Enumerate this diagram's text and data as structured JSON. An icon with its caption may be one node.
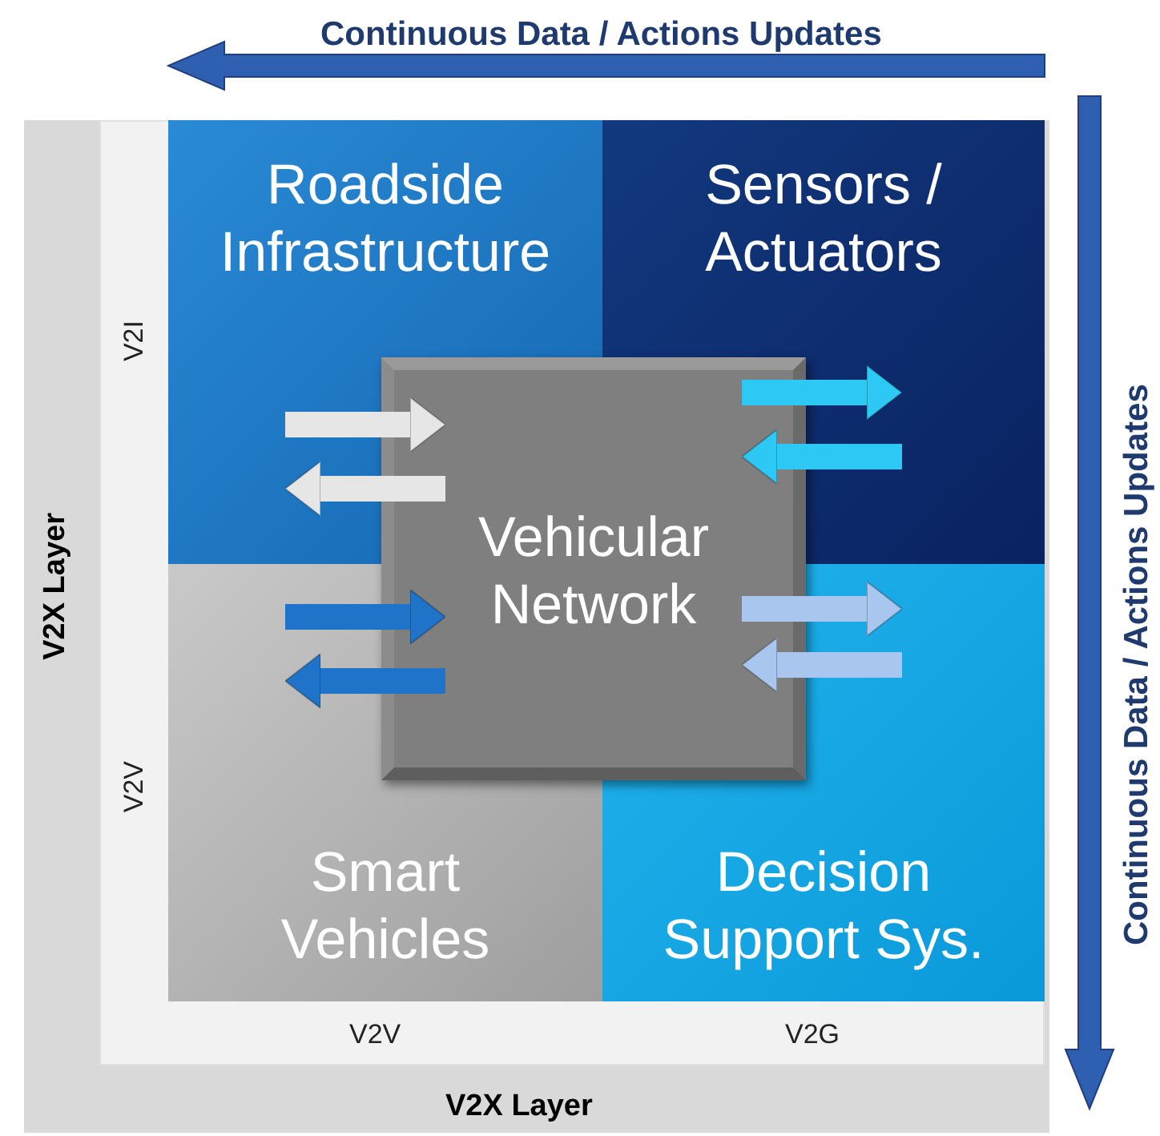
{
  "diagram": {
    "nodes": [
      {
        "text": [
          "Roadside Infrastructure"
        ]
      },
      {
        "text": [
          "Sensors / Actuators"
        ]
      },
      {
        "text": [
          "Vehicular Network"
        ]
      },
      {
        "text": [
          "Smart Vehicles"
        ]
      },
      {
        "text": [
          "Decision Support Sys."
        ]
      }
    ],
    "edges": [
      {
        "from": 0,
        "to": 2,
        "arrow": "to",
        "color": "#e6e6e6"
      },
      {
        "from": 2,
        "to": 0,
        "arrow": "to",
        "color": "#e6e6e6"
      },
      {
        "from": 2,
        "to": 1,
        "arrow": "to",
        "color": "#2ec8f5"
      },
      {
        "from": 1,
        "to": 2,
        "arrow": "to",
        "color": "#2ec8f5"
      },
      {
        "from": 3,
        "to": 2,
        "arrow": "to",
        "color": "#1f74c9"
      },
      {
        "from": 2,
        "to": 3,
        "arrow": "to",
        "color": "#1f74c9"
      },
      {
        "from": 2,
        "to": 4,
        "arrow": "to",
        "color": "#a8c6ee"
      },
      {
        "from": 4,
        "to": 2,
        "arrow": "to",
        "color": "#a8c6ee"
      }
    ],
    "labels": [
      "Continuous Data / Actions Updates",
      "Continuous Data / Actions Updates",
      "V2X Layer",
      "V2I",
      "V2V",
      "V2V",
      "V2G",
      "V2X Layer"
    ]
  }
}
